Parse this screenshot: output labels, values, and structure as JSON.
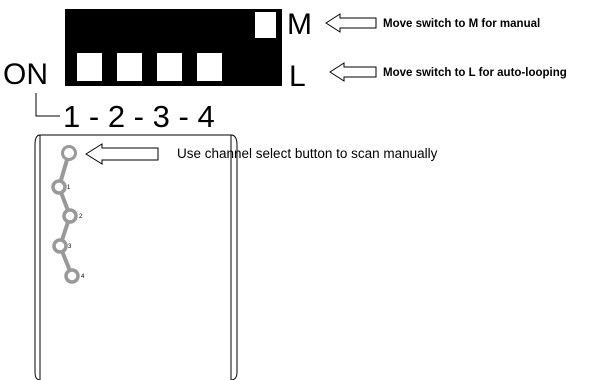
{
  "switch": {
    "on_label": "ON",
    "position_labels": [
      "1",
      "2",
      "3",
      "4"
    ],
    "position_separator": " - ",
    "mode_manual_label": "M",
    "mode_loop_label": "L"
  },
  "notes": {
    "manual": "Move switch to M for manual",
    "auto_loop": "Move switch to L for auto-looping",
    "channel_select": "Use channel select button to scan manually"
  },
  "channels": {
    "labels": [
      "1",
      "2",
      "3",
      "4"
    ]
  }
}
